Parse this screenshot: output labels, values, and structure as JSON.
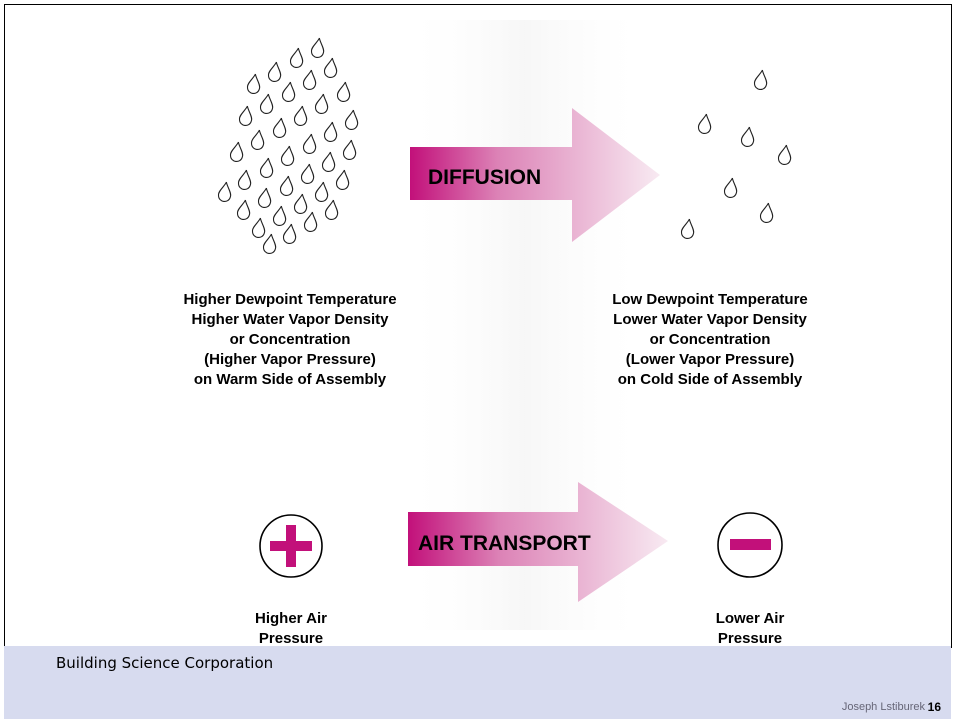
{
  "diffusion": {
    "arrow_label": "DIFFUSION",
    "left_caption": [
      "Higher Dewpoint Temperature",
      "Higher Water Vapor Density",
      "or Concentration",
      "(Higher Vapor Pressure)",
      "on Warm Side of Assembly"
    ],
    "right_caption": [
      "Low Dewpoint Temperature",
      "Lower Water Vapor Density",
      "or Concentration",
      "(Lower Vapor Pressure)",
      "on Cold Side of Assembly"
    ]
  },
  "air_transport": {
    "arrow_label": "AIR TRANSPORT",
    "left_caption": [
      "Higher Air",
      "Pressure"
    ],
    "right_caption": [
      "Lower Air",
      "Pressure"
    ]
  },
  "footer": {
    "organization": "Building Science Corporation",
    "author": "Joseph Lstiburek",
    "page_number": "16"
  },
  "colors": {
    "accent": "#c2107a",
    "arrow_light": "#f6e2ee",
    "footer_bg": "#d7dbef"
  },
  "icons": {
    "plus": "plus-icon",
    "minus": "minus-icon",
    "droplet": "droplet-icon"
  }
}
